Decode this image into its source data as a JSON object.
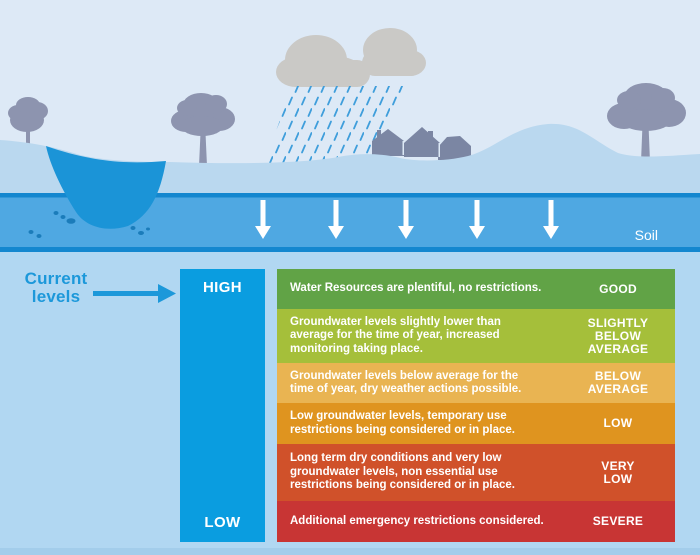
{
  "palette": {
    "sky": "#dde9f6",
    "land": "#bad8ef",
    "soil": "#4fa8e2",
    "divider": "#1487cf",
    "pond": "#1b94d7",
    "pebble": "#1b7cba",
    "tree": "#8d94af",
    "house": "#7b86a3",
    "cloud": "#cac9c6",
    "rain": "#3f9edb",
    "bottom_bg": "#b1d7f2",
    "bottom_strip": "#a3cdeb",
    "level_bar": "#0a9de0",
    "accent_blue": "#1c98da",
    "arrow_white": "#ffffff"
  },
  "scene": {
    "soil_label": "Soil"
  },
  "legend": {
    "current_levels_label": "Current\nlevels",
    "bar_top": "HIGH",
    "bar_bottom": "LOW"
  },
  "table": {
    "rows": [
      {
        "description": "Water Resources are plentiful, no restrictions.",
        "status": "GOOD",
        "color": "#61a346"
      },
      {
        "description": "Groundwater levels slightly lower than\naverage for the time of year, increased\nmonitoring taking place.",
        "status": "SLIGHTLY\nBELOW\nAVERAGE",
        "color": "#a5bf3a"
      },
      {
        "description": "Groundwater levels below average for the\ntime of year, dry weather actions possible.",
        "status": "BELOW\nAVERAGE",
        "color": "#e9b452"
      },
      {
        "description": "Low groundwater levels, temporary use\nrestrictions being considered or in place.",
        "status": "LOW",
        "color": "#df941f"
      },
      {
        "description": "Long term dry conditions and very low\ngroundwater levels, non essential use\nrestrictions being considered or in place.",
        "status": "VERY\nLOW",
        "color": "#d0512a"
      },
      {
        "description": "Additional emergency restrictions considered.",
        "status": "SEVERE",
        "color": "#c83534"
      }
    ]
  }
}
